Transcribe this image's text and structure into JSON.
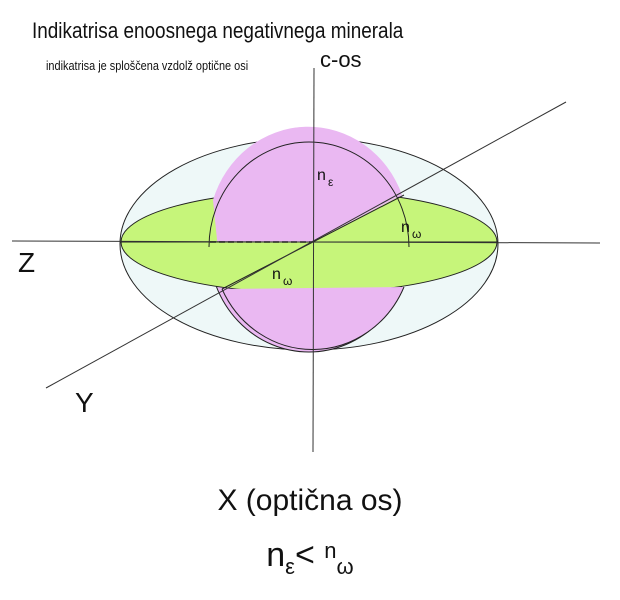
{
  "title": "Indikatrisa enoosnega negativnega minerala",
  "subtitle": "indikatrisa je sploščena vzdolž optične osi",
  "axes": {
    "c_axis": "c-os",
    "z_axis": "Z",
    "y_axis": "Y"
  },
  "labels": {
    "n_epsilon": "n",
    "epsilon": "ε",
    "n_omega": "n",
    "omega": "ω"
  },
  "caption": "X (optična os)",
  "relation": {
    "n1": "n",
    "sub1": "ε",
    "lt": "<",
    "n2": "n",
    "sub2": "ω"
  },
  "colors": {
    "ellipsoid_fill": "#eef8f8",
    "equatorial_fill": "#c6f57a",
    "section_fill": "#eab8f2",
    "axis_line": "#333333"
  }
}
